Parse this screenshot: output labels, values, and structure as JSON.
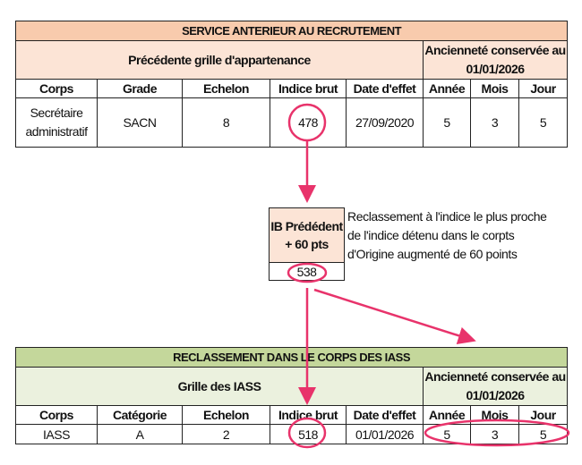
{
  "accent_color": "#e8336b",
  "top_table": {
    "title": "SERVICE ANTERIEUR AU RECRUTEMENT",
    "group_label": "Précédente grille d'appartenance",
    "anciennete_label": "Ancienneté conservée au 01/01/2026",
    "headers": [
      "Corps",
      "Grade",
      "Echelon",
      "Indice brut",
      "Date d'effet",
      "Année",
      "Mois",
      "Jour"
    ],
    "row": [
      "Secrétaire administratif",
      "SACN",
      "8",
      "478",
      "27/09/2020",
      "5",
      "3",
      "5"
    ]
  },
  "middle_box": {
    "header": "IB Prédédent + 60 pts",
    "value": "538",
    "note": "Reclassement à l'indice le plus proche de l'indice détenu dans le corpts d'Origine augmenté de 60 points"
  },
  "bottom_table": {
    "title": "RECLASSEMENT DANS LE CORPS DES IASS",
    "group_label": "Grille des IASS",
    "anciennete_label": "Ancienneté conservée au 01/01/2026",
    "headers": [
      "Corps",
      "Catégorie",
      "Echelon",
      "Indice brut",
      "Date d'effet",
      "Année",
      "Mois",
      "Jour"
    ],
    "row": [
      "IASS",
      "A",
      "2",
      "518",
      "01/01/2026",
      "5",
      "3",
      "5"
    ]
  }
}
